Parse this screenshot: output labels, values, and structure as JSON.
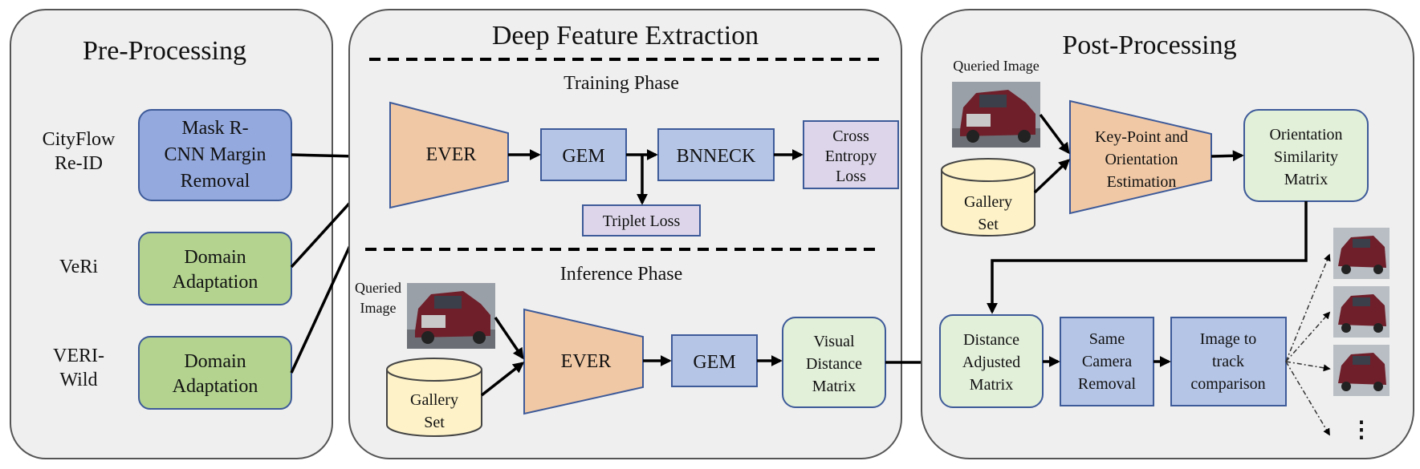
{
  "panels": {
    "pre": "Pre-Processing",
    "deep": "Deep Feature Extraction",
    "post": "Post-Processing"
  },
  "phases": {
    "training": "Training Phase",
    "inference": "Inference Phase"
  },
  "datasets": {
    "cityflow": [
      "CityFlow",
      "Re-ID"
    ],
    "veri": "VeRi",
    "veriwild": [
      "VERI-",
      "Wild"
    ]
  },
  "pre_boxes": {
    "mask": [
      "Mask R-",
      "CNN Margin",
      "Removal"
    ],
    "domain1": [
      "Domain",
      "Adaptation"
    ],
    "domain2": [
      "Domain",
      "Adaptation"
    ]
  },
  "training": {
    "ever": "EVER",
    "gem": "GEM",
    "bnneck": "BNNECK",
    "ce": [
      "Cross",
      "Entropy",
      "Loss"
    ],
    "triplet": "Triplet Loss"
  },
  "inference": {
    "queried": [
      "Queried",
      "Image"
    ],
    "gallery": [
      "Gallery",
      "Set"
    ],
    "ever": "EVER",
    "gem": "GEM",
    "vdm": [
      "Visual",
      "Distance",
      "Matrix"
    ]
  },
  "post": {
    "queried": "Queried Image",
    "gallery": [
      "Gallery",
      "Set"
    ],
    "kp": [
      "Key-Point and",
      "Orientation",
      "Estimation"
    ],
    "osm": [
      "Orientation",
      "Similarity",
      "Matrix"
    ],
    "dam": [
      "Distance",
      "Adjusted",
      "Matrix"
    ],
    "scr": [
      "Same",
      "Camera",
      "Removal"
    ],
    "itt": [
      "Image to",
      "track",
      "comparison"
    ],
    "ellipsis": "⋮"
  },
  "colors": {
    "panel": "#efefef",
    "blue": "#b5c5e6",
    "blue_dark": "#94a9dd",
    "green": "#b3d38f",
    "light_green": "#e2efd9",
    "lavender": "#ddd6ea",
    "peach": "#f0c8a5",
    "cylinder": "#fdf2c8",
    "car": "#6e1f2a"
  }
}
